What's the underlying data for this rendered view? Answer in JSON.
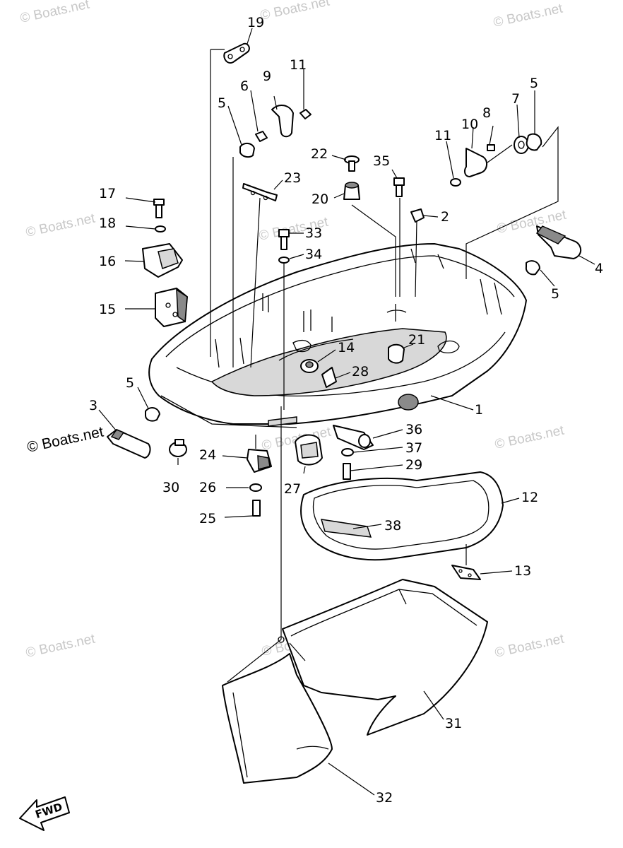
{
  "watermark": {
    "faint": "© Boats.net",
    "prominent": "© Boats.net"
  },
  "callouts": {
    "c1": "1",
    "c2": "2",
    "c3": "3",
    "c4": "4",
    "c5a": "5",
    "c5b": "5",
    "c5c": "5",
    "c5d": "5",
    "c6": "6",
    "c7": "7",
    "c8": "8",
    "c9": "9",
    "c10": "10",
    "c11a": "11",
    "c11b": "11",
    "c12": "12",
    "c13": "13",
    "c14": "14",
    "c15": "15",
    "c16": "16",
    "c17": "17",
    "c18": "18",
    "c19": "19",
    "c20": "20",
    "c21": "21",
    "c22": "22",
    "c23": "23",
    "c24": "24",
    "c25": "25",
    "c26": "26",
    "c27": "27",
    "c28": "28",
    "c29": "29",
    "c30": "30",
    "c31": "31",
    "c32": "32",
    "c33": "33",
    "c34": "34",
    "c35": "35",
    "c36": "36",
    "c37": "37",
    "c38": "38"
  },
  "fwd_label": "FWD"
}
